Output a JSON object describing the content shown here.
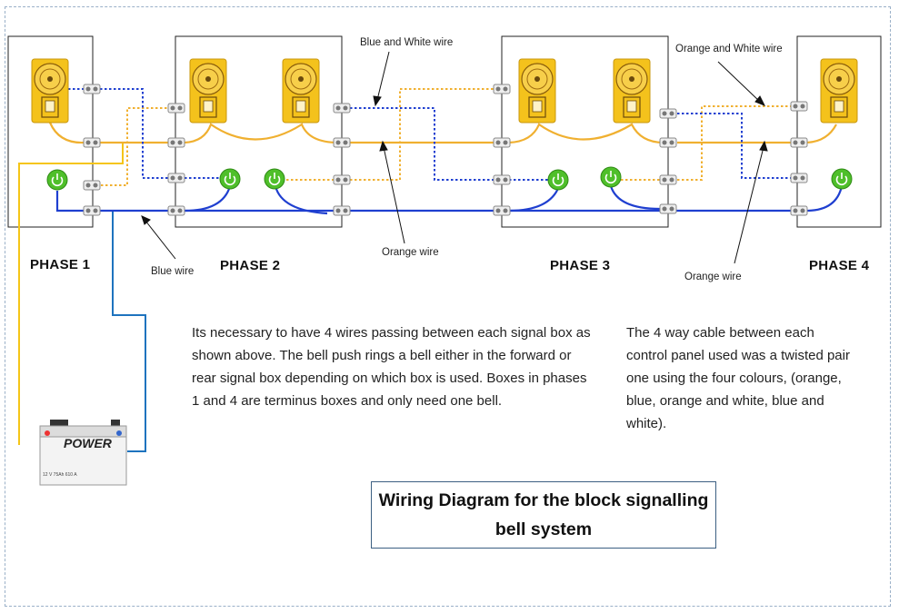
{
  "diagram": {
    "title": "Wiring Diagram for the block signalling bell system",
    "phases": [
      {
        "label": "PHASE  1"
      },
      {
        "label": "PHASE  2"
      },
      {
        "label": "PHASE  3"
      },
      {
        "label": "PHASE  4"
      }
    ],
    "wire_labels": {
      "blue_white": "Blue and White wire",
      "orange_white": "Orange and White wire",
      "orange_mid": "Orange wire",
      "orange_right": "Orange wire",
      "blue": "Blue wire"
    },
    "note_left": "Its necessary to have 4  wires passing between each signal box as shown above. The bell push rings a bell either in the forward or rear signal box depending on which box is used. Boxes in phases 1 and 4 are terminus boxes and only need one bell.",
    "note_right": "The 4 way cable between each control panel used was a twisted pair one using the four colours, (orange, blue, orange and white, blue and white).",
    "battery": {
      "label": "POWER",
      "spec": "12 V  75Ah  610 A"
    },
    "colors": {
      "orange": "#f0b030",
      "blue": "#1f3fd0",
      "light_blue": "#1e73be",
      "yellow": "#f5c518",
      "box_border": "#222222",
      "bell_yellow": "#f4c21c",
      "push_green": "#4fbf2a"
    },
    "icons": {
      "bell": "bell-icon",
      "push_button": "power-button-icon",
      "terminal": "terminal-block-icon",
      "battery": "battery-icon"
    }
  }
}
